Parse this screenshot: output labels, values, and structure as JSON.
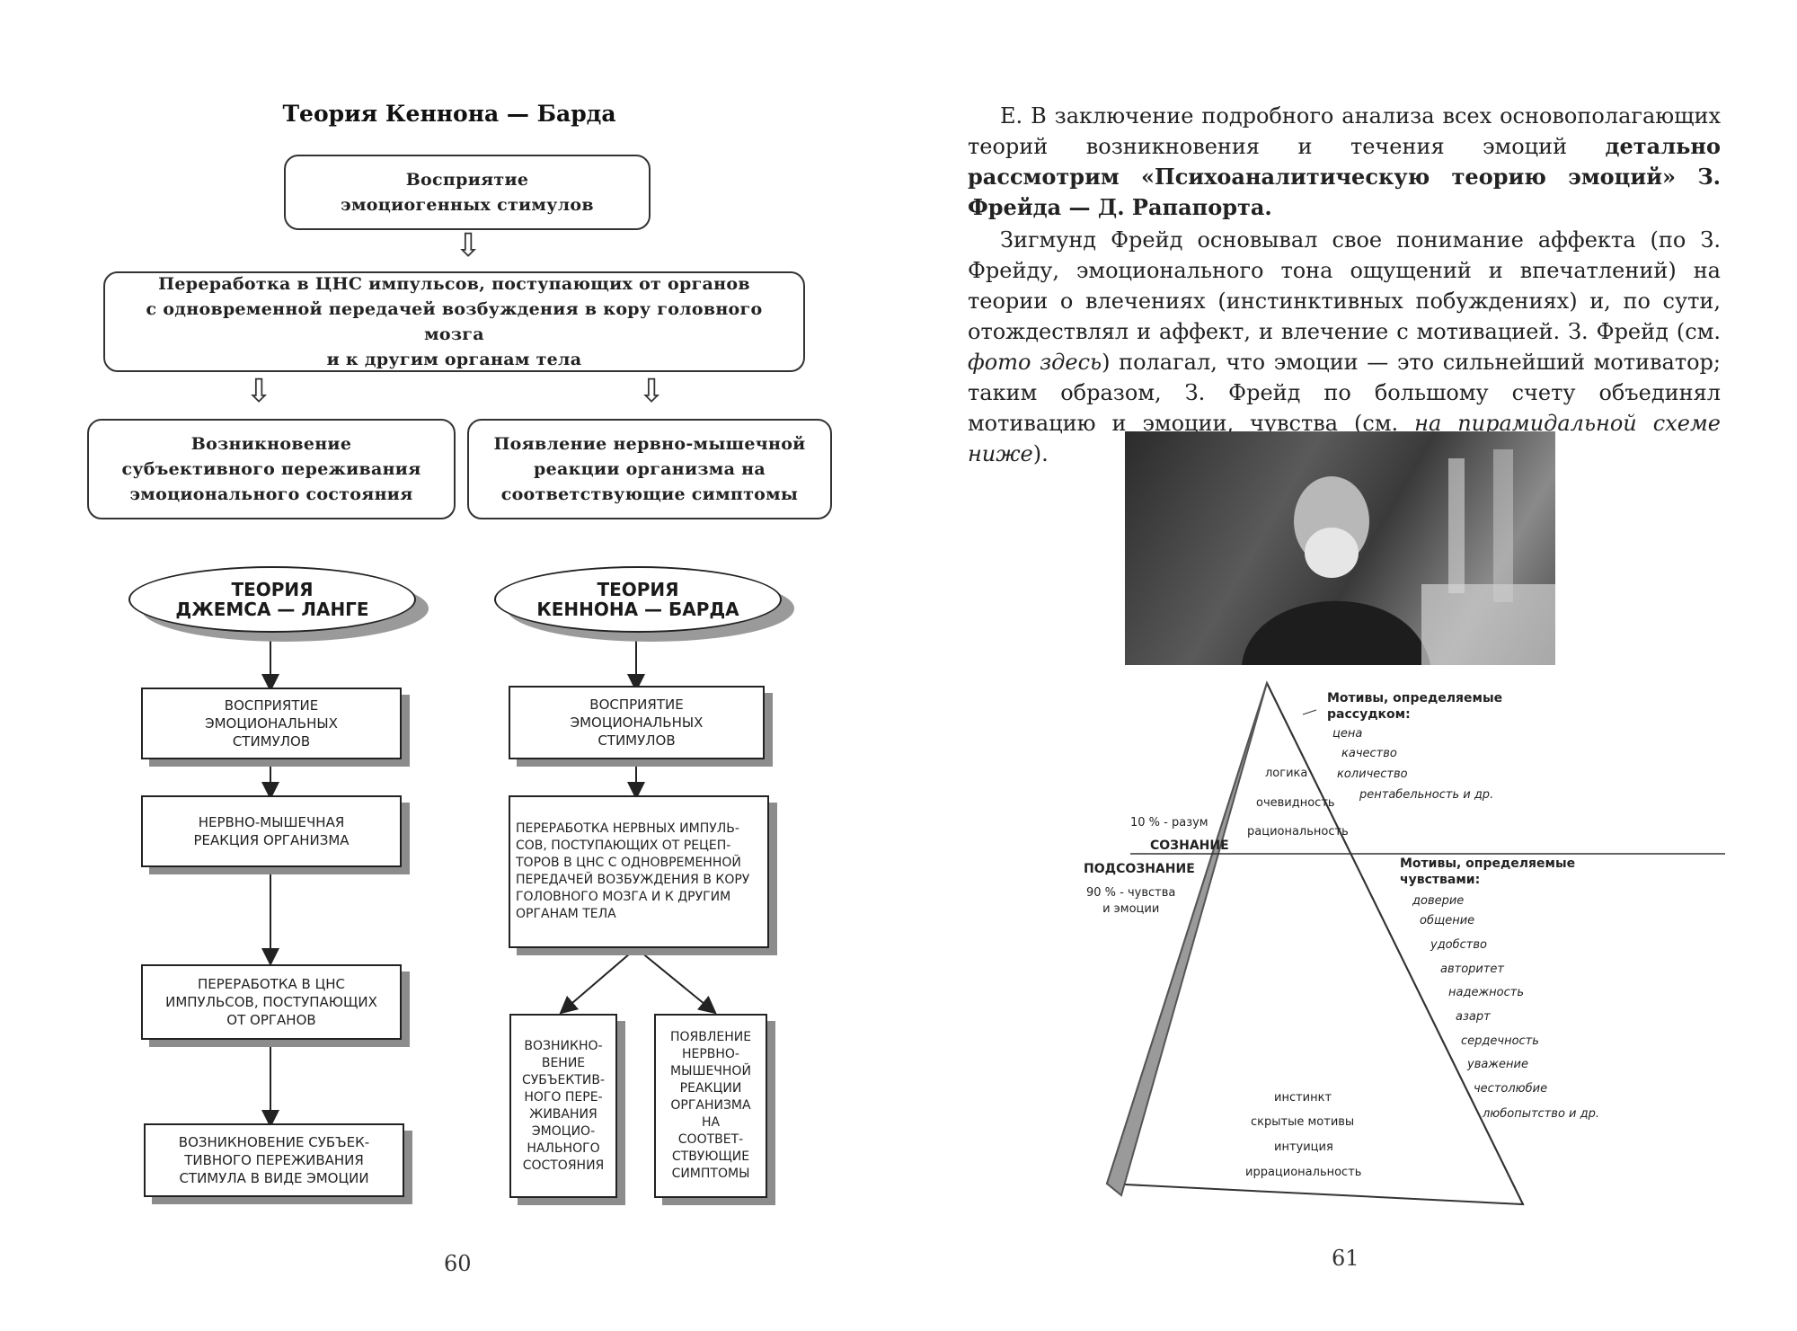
{
  "left_page": {
    "title": "Теория Кеннона — Барда",
    "top_diagram": {
      "box1": "Восприятие\nэмоциогенных стимулов",
      "box2": "Переработка в ЦНС импульсов, поступающих от органов\nс одновременной передачей возбуждения в кору головного мозга\nи к другим органам тела",
      "box3": "Возникновение\nсубъективного переживания\nэмоционального состояния",
      "box4": "Появление нервно-мышечной\nреакции организма на\nсоответствующие симптомы"
    },
    "james_lange": {
      "oval": "ТЕОРИЯ\nДЖЕМСА — ЛАНГЕ",
      "steps": [
        "ВОСПРИЯТИЕ\nЭМОЦИОНАЛЬНЫХ\nСТИМУЛОВ",
        "НЕРВНО-МЫШЕЧНАЯ\nРЕАКЦИЯ ОРГАНИЗМА",
        "ПЕРЕРАБОТКА В ЦНС\nИМПУЛЬСОВ, ПОСТУПАЮЩИХ\nОТ ОРГАНОВ",
        "ВОЗНИКНОВЕНИЕ СУБЪЕК-\nТИВНОГО ПЕРЕЖИВАНИЯ\nСТИМУЛА В ВИДЕ ЭМОЦИИ"
      ]
    },
    "cannon_bard": {
      "oval": "ТЕОРИЯ\nКЕННОНА — БАРДА",
      "step1": "ВОСПРИЯТИЕ\nЭМОЦИОНАЛЬНЫХ\nСТИМУЛОВ",
      "step2": "ПЕРЕРАБОТКА НЕРВНЫХ ИМПУЛЬ-\nСОВ, ПОСТУПАЮЩИХ ОТ РЕЦЕП-\nТОРОВ В ЦНС С ОДНОВРЕМЕННОЙ\nПЕРЕДАЧЕЙ ВОЗБУЖДЕНИЯ В КОРУ\nГОЛОВНОГО МОЗГА И К ДРУГИМ\nОРГАНАМ ТЕЛА",
      "left_result": "ВОЗНИКНО-\nВЕНИЕ\nСУБЪЕКТИВ-\nНОГО ПЕРЕ-\nЖИВАНИЯ\nЭМОЦИО-\nНАЛЬНОГО\nСОСТОЯНИЯ",
      "right_result": "ПОЯВЛЕНИЕ\nНЕРВНО-\nМЫШЕЧНОЙ\nРЕАКЦИИ\nОРГАНИЗМА\nНА\nСООТВЕТ-\nСТВУЮЩИЕ\nСИМПТОМЫ"
    },
    "page_number": "60"
  },
  "right_page": {
    "para1_start": "Е. В заключение подробного анализа всех основополагающих теорий возникновения и течения эмоций ",
    "para1_bold": "детально рассмотрим «Психоаналитическую теорию эмоций» З. Фрейда — Д. Рапапорта.",
    "para2_a": "Зигмунд Фрейд основывал свое понимание аффекта (по З. Фрейду, эмоционального тона ощущений и впечатлений) на теории о влечениях (инстинктивных побуждениях) и, по сути, отождествлял и аффект, и влечение с мотивацией. З. Фрейд (см. ",
    "para2_i1": "фото здесь",
    "para2_b": ") полагал, что эмоции — это сильнейший мотиватор; таким образом, З. Фрейд по большому счету объединял мотивацию и эмоции, чувства (см. ",
    "para2_i2": "на пирамидальной схеме ниже",
    "para2_c": ").",
    "pyramid": {
      "motives_reason_title": "Мотивы, определяемые\nрассудком:",
      "motives_reason": [
        "цена",
        "качество",
        "количество",
        "рентабельность и др."
      ],
      "left_inside_top": [
        "логика",
        "очевидность",
        "рациональность"
      ],
      "reason_pct": "10 % - разум",
      "consciousness": "СОЗНАНИЕ",
      "subconscious": "ПОДСОЗНАНИЕ",
      "feelings_pct": "90 % - чувства\nи эмоции",
      "motives_feel_title": "Мотивы, определяемые\nчувствами:",
      "motives_feel": [
        "доверие",
        "общение",
        "удобство",
        "авторитет",
        "надежность",
        "азарт",
        "сердечность",
        "уважение",
        "честолюбие",
        "любопытство и др."
      ],
      "inside_bottom": [
        "инстинкт",
        "скрытые мотивы",
        "интуиция",
        "иррациональность"
      ]
    },
    "page_number": "61"
  }
}
